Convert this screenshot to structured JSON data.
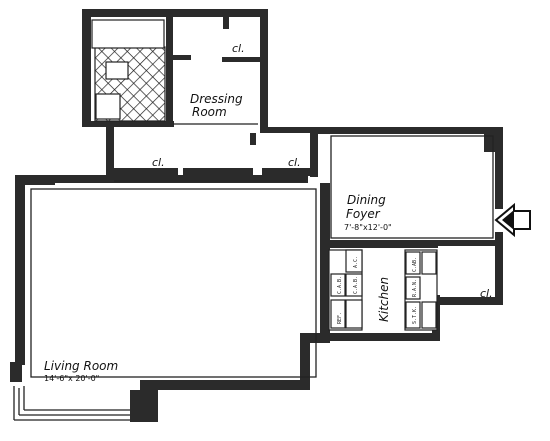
{
  "rooms": {
    "dressing": {
      "line1": "Dressing",
      "line2": "Room"
    },
    "dining": {
      "line1": "Dining",
      "line2": "Foyer",
      "dimensions": "7'-8\"x12'-0\""
    },
    "living": {
      "name": "Living Room",
      "dimensions": "14'-6\"x 20'-0\""
    },
    "kitchen": {
      "name": "Kitchen"
    }
  },
  "closets": {
    "dressing": "cl.",
    "hall_left": "cl.",
    "hall_right": "cl.",
    "kitchen": "cl."
  },
  "appliances": {
    "ac": "A.C.",
    "cab1": "C.A.B.",
    "cab2": "C.A.B.",
    "ref": "REF.",
    "cabinet": "C.AB.",
    "range": "R.A.N.",
    "sink": "S.T.K."
  },
  "icons": {
    "entry": "entry-arrow-icon"
  },
  "colors": {
    "wall": "#2b2b2b",
    "line": "#222222",
    "background": "#ffffff"
  }
}
